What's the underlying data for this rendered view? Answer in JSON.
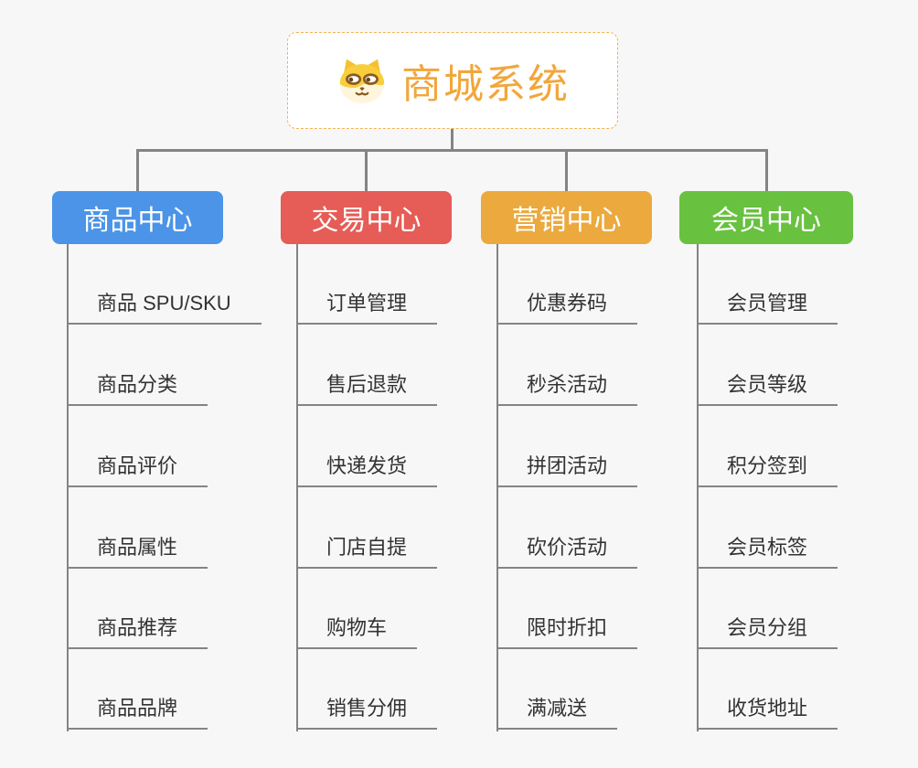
{
  "root": {
    "title": "商城系统",
    "icon": "dog-face"
  },
  "colors": {
    "root_text": "#F2A63A",
    "root_border": "#F3B14C",
    "connector": "#848484",
    "leaf_text": "#333333"
  },
  "branches": [
    {
      "label": "商品中心",
      "color": "#4B94E8",
      "items": [
        "商品 SPU/SKU",
        "商品分类",
        "商品评价",
        "商品属性",
        "商品推荐",
        "商品品牌"
      ]
    },
    {
      "label": "交易中心",
      "color": "#E65C56",
      "items": [
        "订单管理",
        "售后退款",
        "快递发货",
        "门店自提",
        "购物车",
        "销售分佣"
      ]
    },
    {
      "label": "营销中心",
      "color": "#EBA93E",
      "items": [
        "优惠券码",
        "秒杀活动",
        "拼团活动",
        "砍价活动",
        "限时折扣",
        "满减送"
      ]
    },
    {
      "label": "会员中心",
      "color": "#68C13F",
      "items": [
        "会员管理",
        "会员等级",
        "积分签到",
        "会员标签",
        "会员分组",
        "收货地址"
      ]
    }
  ]
}
